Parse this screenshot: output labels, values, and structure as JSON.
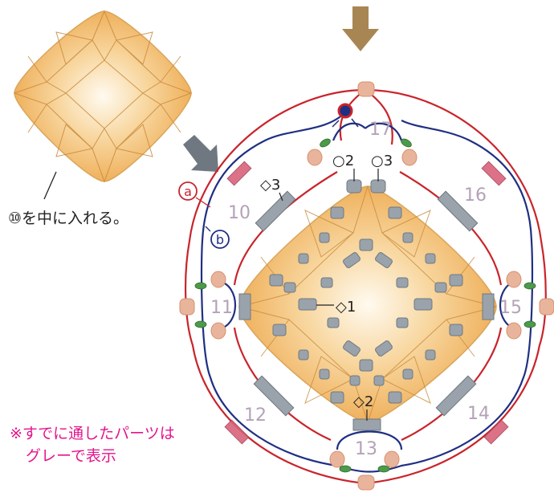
{
  "labels": {
    "n10": "10",
    "n11": "11",
    "n12": "12",
    "n13": "13",
    "n14": "14",
    "n15": "15",
    "n16": "16",
    "n17": "17",
    "o2": "○2",
    "o3": "○3",
    "d1": "◇1",
    "d2": "◇2",
    "d3": "◇3",
    "thread_a": "a",
    "thread_b": "b",
    "insert_note": "⑩を中に入れる。",
    "gray_note_line1": "※すでに通したパーツは",
    "gray_note_line2": "グレーで表示"
  },
  "colors": {
    "thread_a": "#c9242b",
    "thread_b": "#1f2f82",
    "stone_fill": "#f0b76a",
    "stone_center": "#fff5e6",
    "facet_line": "#c98a3c",
    "bead_passed": "#9aa3ab",
    "bead_pink": "#e8b59c",
    "bead_green": "#4c9a4a",
    "bugle_pink": "#d9637a",
    "arrow_big": "#a88654",
    "arrow_small": "#6f7880",
    "note_magenta": "#e4158c",
    "number_color": "#b4a2b7"
  }
}
